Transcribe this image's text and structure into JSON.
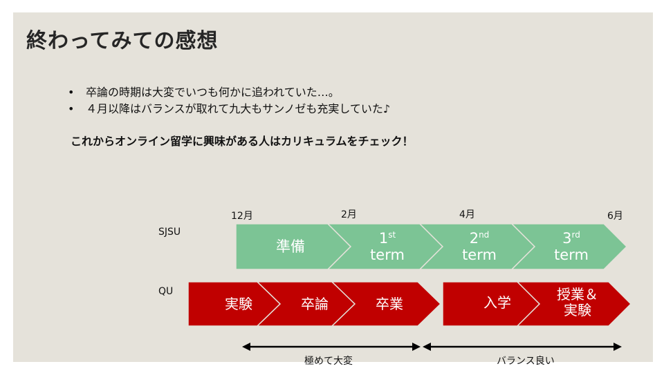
{
  "title": "終わってみての感想",
  "bullets": [
    "卒論の時期は大変でいつも何かに追われていた…。",
    "４月以降はバランスが取れて九大もサンノゼも充実していた♪"
  ],
  "cta": "これからオンライン留学に興味がある人はカリキュラムをチェック！",
  "timeline": {
    "months": [
      "12月",
      "2月",
      "4月",
      "6月"
    ],
    "sjsu": {
      "label": "SJSU",
      "color": "#7cc495",
      "segments": [
        {
          "main": "準備",
          "sup": "",
          "sub": ""
        },
        {
          "main": "1",
          "sup": "st",
          "sub": "term"
        },
        {
          "main": "2",
          "sup": "nd",
          "sub": "term"
        },
        {
          "main": "3",
          "sup": "rd",
          "sub": "term"
        }
      ]
    },
    "qu": {
      "label": "QU",
      "color": "#c00000",
      "segments": [
        {
          "text": "実験"
        },
        {
          "text": "卒論"
        },
        {
          "text": "卒業"
        },
        {
          "text": "入学"
        },
        {
          "line1": "授業＆",
          "line2": "実験"
        }
      ]
    },
    "periods": [
      "極めて大変",
      "バランス良い"
    ]
  }
}
